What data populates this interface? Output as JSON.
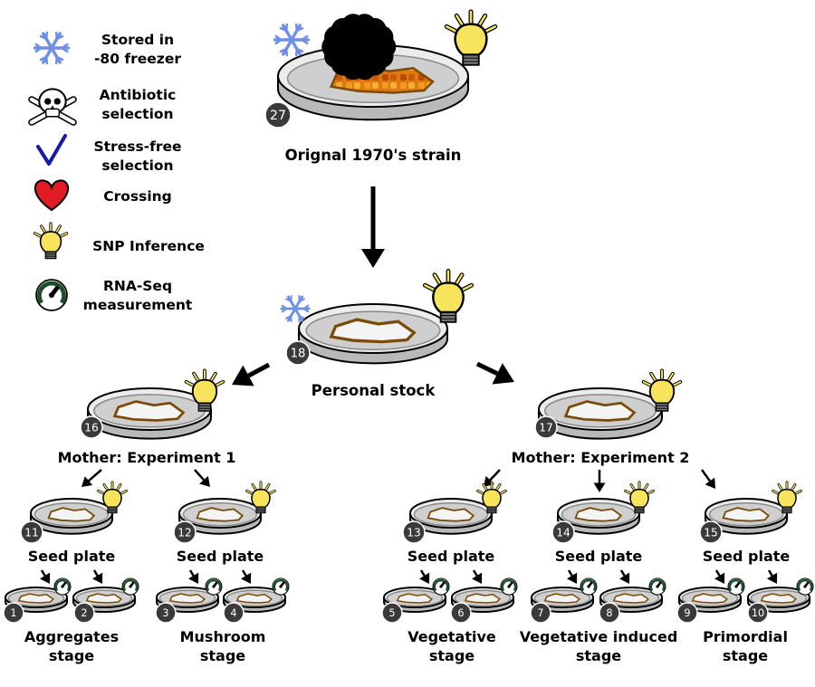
{
  "legend": {
    "freezer": "Stored in -80 freezer",
    "freezer_l1": "Stored in",
    "freezer_l2": "-80 freezer",
    "antibiotic_l1": "Antibiotic",
    "antibiotic_l2": "selection",
    "stressfree_l1": "Stress-free",
    "stressfree_l2": "selection",
    "crossing": "Crossing",
    "snp": "SNP Inference",
    "rnaseq_l1": "RNA-Seq",
    "rnaseq_l2": "measurement"
  },
  "original": {
    "number": "27",
    "label": "Orignal 1970's strain"
  },
  "stock": {
    "number": "18",
    "label": "Personal stock"
  },
  "mother1": {
    "number": "16",
    "label": "Mother: Experiment 1"
  },
  "mother2": {
    "number": "17",
    "label": "Mother: Experiment 2"
  },
  "seeds": [
    {
      "number": "11",
      "label": "Seed plate"
    },
    {
      "number": "12",
      "label": "Seed plate"
    },
    {
      "number": "13",
      "label": "Seed plate"
    },
    {
      "number": "14",
      "label": "Seed plate"
    },
    {
      "number": "15",
      "label": "Seed plate"
    }
  ],
  "samples": [
    "1",
    "2",
    "3",
    "4",
    "5",
    "6",
    "7",
    "8",
    "9",
    "10"
  ],
  "stages": [
    {
      "l1": "Aggregates",
      "l2": "stage"
    },
    {
      "l1": "Mushroom",
      "l2": "stage"
    },
    {
      "l1": "Vegetative",
      "l2": "stage"
    },
    {
      "l1": "Vegetative induced",
      "l2": "stage"
    },
    {
      "l1": "Primordial",
      "l2": "stage"
    }
  ],
  "colors": {
    "snowflake": "#6f8ee6",
    "bulb": "#f8e45c",
    "heart": "#e01b24",
    "check": "#1a1aa8",
    "gauge": "#1e4d2b",
    "badge": "#3a3a3a",
    "dish": "#cfcfcf",
    "colony_outline": "#7a4a06",
    "skull": "#ffffff"
  }
}
